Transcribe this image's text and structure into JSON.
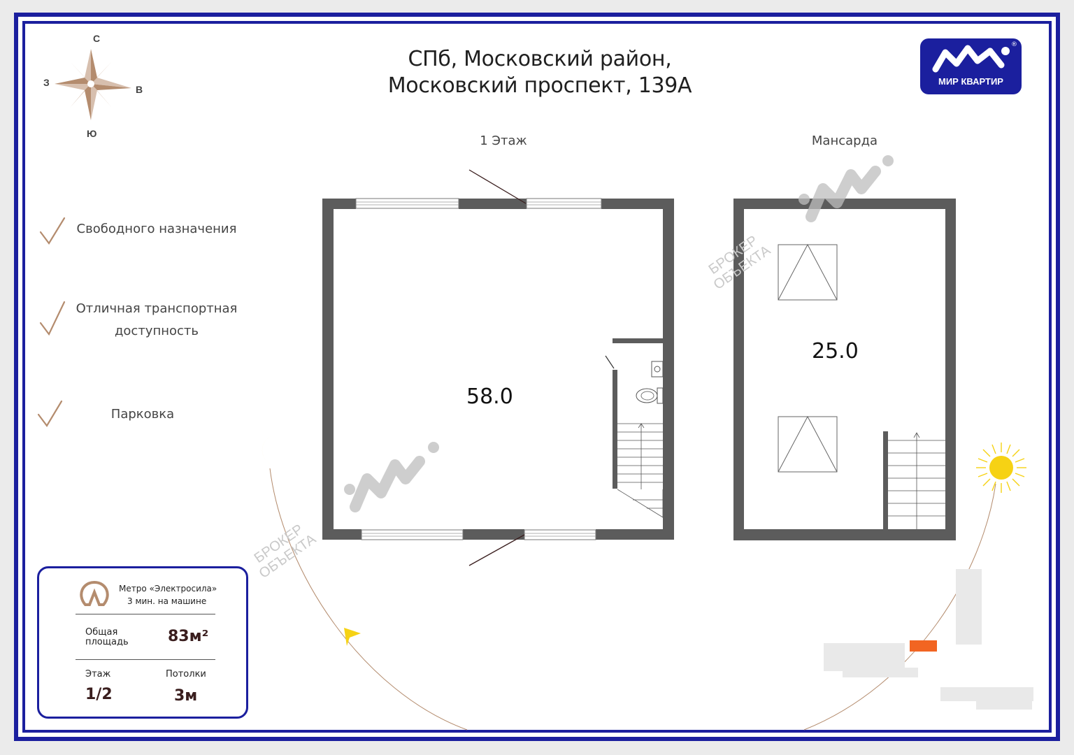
{
  "title": {
    "line1": "СПб, Московский район,",
    "line2": "Московский проспект, 139А"
  },
  "compass": {
    "north": "С",
    "south": "Ю",
    "west": "З",
    "east": "В"
  },
  "logo": {
    "text": "МИР КВАРТИР",
    "reg": "®"
  },
  "floors": {
    "first": {
      "label": "1 Этаж",
      "area": "58.0"
    },
    "attic": {
      "label": "Мансарда",
      "area": "25.0"
    }
  },
  "features": [
    {
      "text": "Свободного назначения"
    },
    {
      "line1": "Отличная транспортная",
      "line2": "доступность"
    },
    {
      "text": "Парковка"
    }
  ],
  "watermark": {
    "line1": "БРОКЕР",
    "line2": "ОБЪЕКТА"
  },
  "card": {
    "metro_name": "Метро «Электросила»",
    "metro_time": "3 мин. на машине",
    "total_label_1": "Общая",
    "total_label_2": "площадь",
    "total_value": "83м²",
    "floor_label": "Этаж",
    "floor_value": "1/2",
    "ceiling_label": "Потолки",
    "ceiling_value": "3м"
  },
  "colors": {
    "brand": "#1b1f9e",
    "wall": "#5c5c5c",
    "accent": "#b48c6e",
    "marker": "#f26522",
    "sun": "#f6d214"
  },
  "icons": {
    "compass": "compass-rose-icon",
    "check": "check-icon",
    "moon": "moon-icon",
    "sun": "sun-icon",
    "metro": "metro-logo-icon"
  }
}
